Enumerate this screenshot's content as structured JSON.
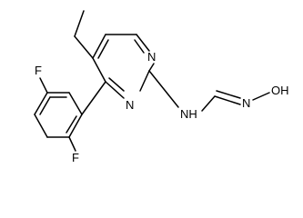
{
  "molecule": {
    "atoms": {
      "f_top": "F",
      "f_bottom": "F",
      "n_ring_top": "N",
      "n_ring_bottom": "N",
      "nh": "NH",
      "n_oxime": "N",
      "oh": "OH"
    },
    "colors": {
      "bond": "#000000",
      "label": "#000000",
      "background": "#ffffff"
    }
  }
}
